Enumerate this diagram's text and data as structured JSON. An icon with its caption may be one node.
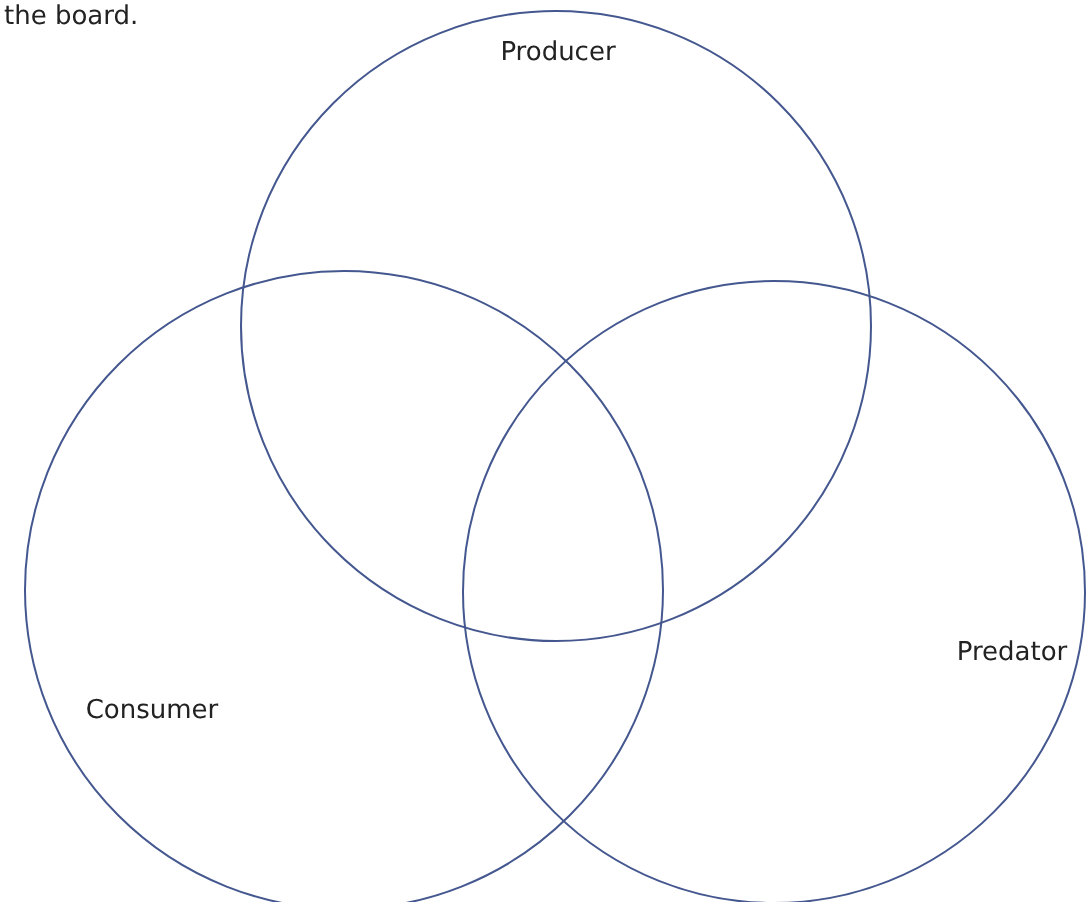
{
  "diagram": {
    "nodes": [
      {
        "text": [
          "Producer"
        ]
      },
      {
        "text": [
          "Consumer"
        ]
      },
      {
        "text": [
          "Predator"
        ]
      }
    ],
    "labels": [
      "the board."
    ]
  }
}
